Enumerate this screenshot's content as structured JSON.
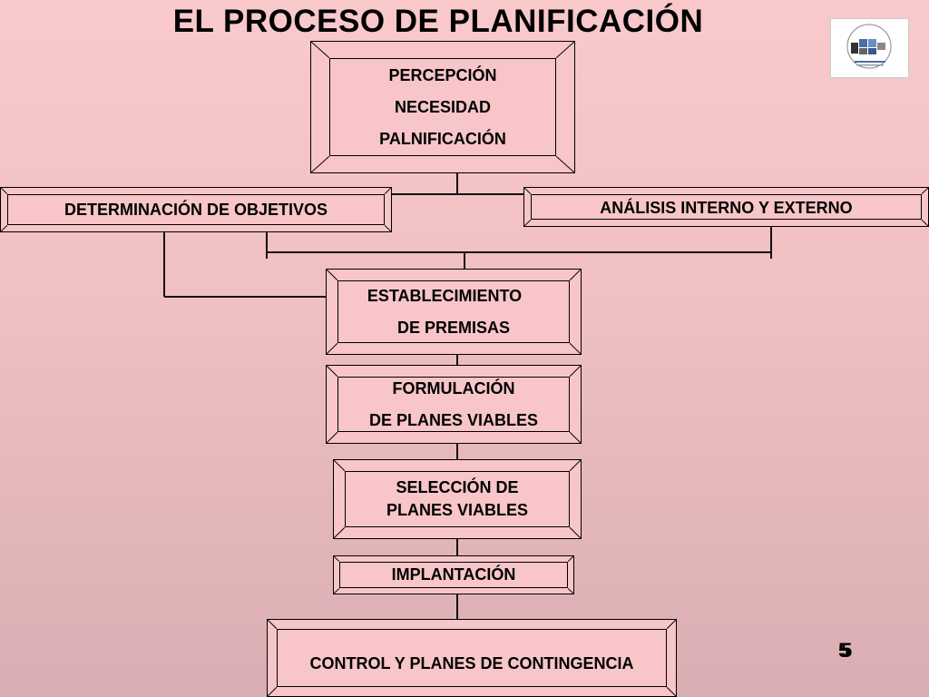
{
  "slide": {
    "title": "EL PROCESO DE PLANIFICACIÓN",
    "page_number": "5",
    "background_color": "#f9c9cb"
  },
  "diagram": {
    "nodes": {
      "perception": [
        "PERCEPCIÓN",
        "NECESIDAD",
        "PALNIFICACIÓN"
      ],
      "objectives": "DETERMINACIÓN DE OBJETIVOS",
      "analysis": "ANÁLISIS INTERNO Y EXTERNO",
      "premises": [
        "ESTABLECIMIENTO",
        "DE PREMISAS"
      ],
      "formulation": [
        "FORMULACIÓN",
        "DE PLANES VIABLES"
      ],
      "selection": [
        "SELECCIÓN DE",
        "PLANES VIABLES"
      ],
      "implementation": "IMPLANTACIÓN",
      "control": "CONTROL Y PLANES DE CONTINGENCIA"
    }
  },
  "logo": {
    "icon": "university-logo-icon"
  }
}
